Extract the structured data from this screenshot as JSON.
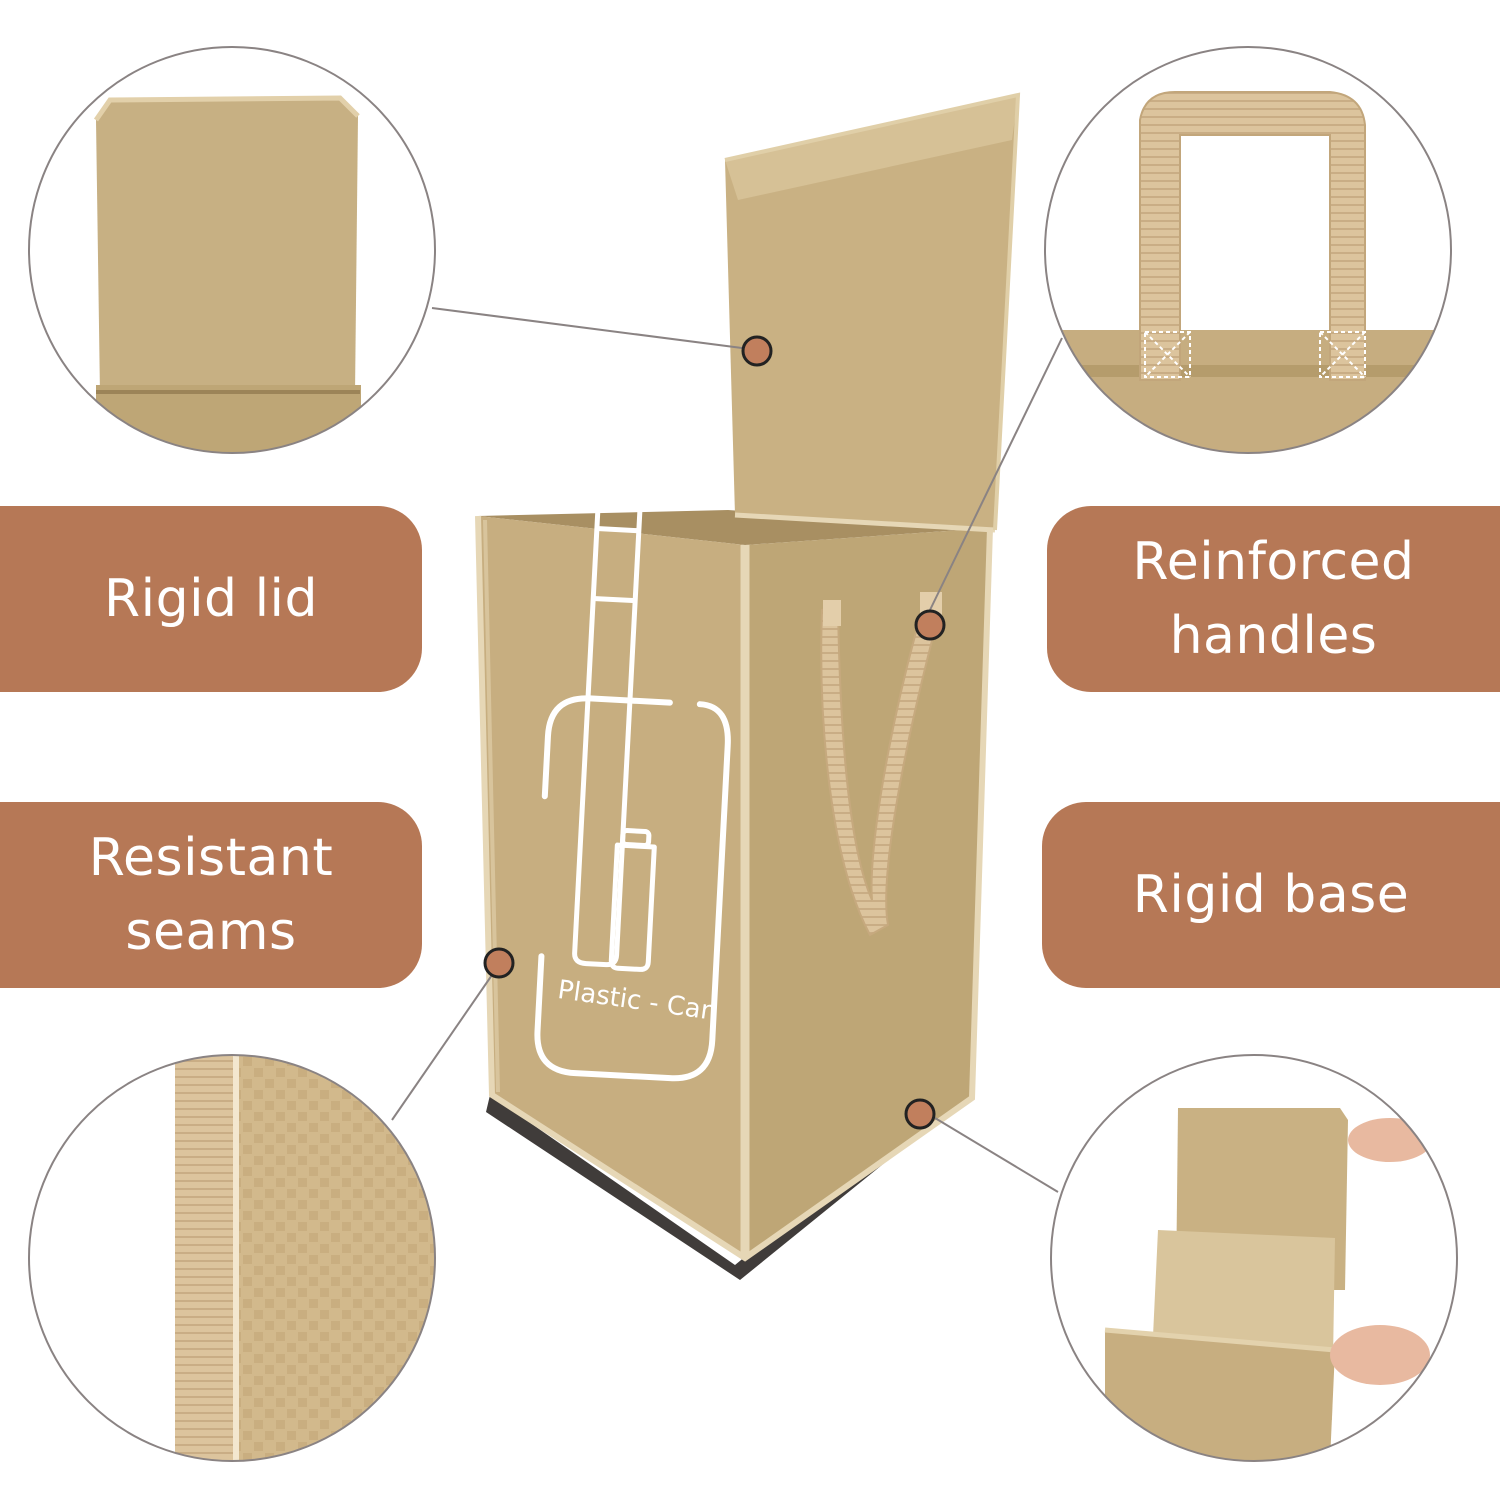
{
  "callouts": {
    "rigid_lid": {
      "lines": [
        "Rigid lid"
      ]
    },
    "resistant_seams": {
      "lines": [
        "Resistant",
        "seams"
      ]
    },
    "reinforced_handles": {
      "lines": [
        "Reinforced",
        "handles"
      ]
    },
    "rigid_base": {
      "lines": [
        "Rigid base"
      ]
    }
  },
  "product": {
    "bin_label": "Plastic - Can",
    "bin_icon": "bottle-and-can-icon"
  },
  "colors": {
    "pill": "#b67856",
    "bag": "#c9b183",
    "bag_dark": "#b59c6c",
    "dot": "#c17f5d",
    "leader_line": "#8a8383"
  }
}
